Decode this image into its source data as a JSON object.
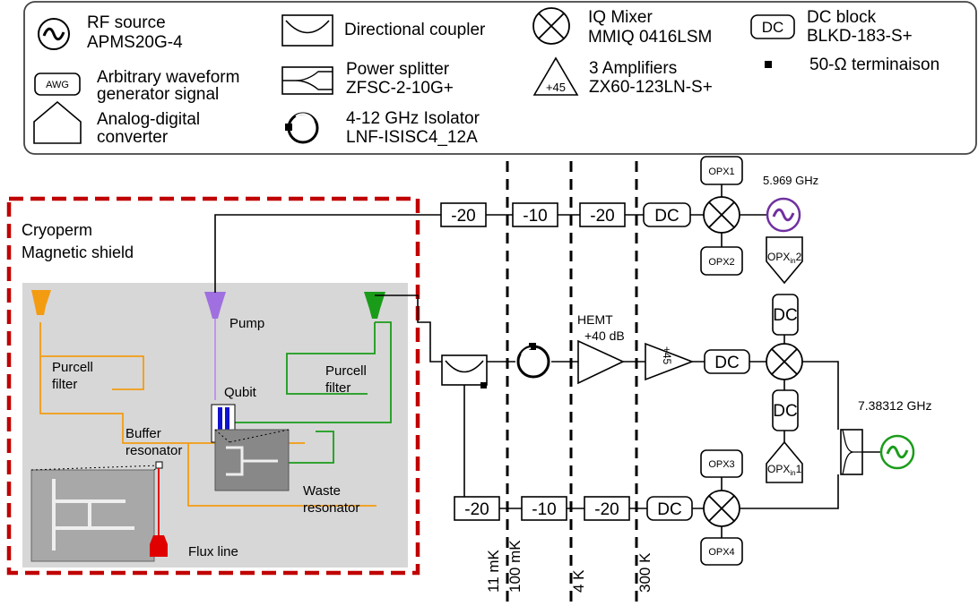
{
  "legend": {
    "rf_source": {
      "title": "RF source",
      "model": "APMS20G-4"
    },
    "awg": {
      "icon_label": "AWG",
      "line1": "Arbitrary waveform",
      "line2": "generator signal"
    },
    "adc": {
      "line1": "Analog-digital",
      "line2": "converter"
    },
    "coupler": {
      "label": "Directional coupler"
    },
    "splitter": {
      "title": "Power splitter",
      "model": "ZFSC-2-10G+"
    },
    "isolator": {
      "title": "4-12 GHz Isolator",
      "model": "LNF-ISISC4_12A"
    },
    "mixer": {
      "title": "IQ Mixer",
      "model": "MMIQ 0416LSM"
    },
    "amplifiers": {
      "title": "3 Amplifiers",
      "model": "ZX60-123LN-S+",
      "icon_label": "+45"
    },
    "dc_block": {
      "icon_label": "DC",
      "title": "DC block",
      "model": "BLKD-183-S+"
    },
    "termination": {
      "label": "50-Ω terminaison"
    }
  },
  "shield": {
    "line1": "Cryoperm",
    "line2": "Magnetic shield"
  },
  "chip": {
    "pump": "Pump",
    "qubit": "Qubit",
    "purcell_left": [
      "Purcell",
      "filter"
    ],
    "purcell_right": [
      "Purcell",
      "filter"
    ],
    "buffer": [
      "Buffer",
      "resonator"
    ],
    "waste": [
      "Waste",
      "resonator"
    ],
    "flux": "Flux line"
  },
  "stages": [
    "11 mK",
    "100 mK",
    "4 K",
    "300 K"
  ],
  "top_line": {
    "attenuators": [
      "-20",
      "-10",
      "-20"
    ],
    "dc": "DC"
  },
  "bottom_line": {
    "attenuators": [
      "-20",
      "-10",
      "-20"
    ],
    "dc": "DC"
  },
  "readout": {
    "hemt_label": "HEMT",
    "hemt_gain": "+40 dB",
    "amp_label": "+45",
    "dc": "DC"
  },
  "demod": {
    "dc_top": "DC",
    "dc_bottom": "DC",
    "adc_top": "OPX",
    "adc_top_sub": "in",
    "adc_top_num": "2",
    "adc_bottom": "OPX",
    "adc_bottom_sub": "in",
    "adc_bottom_num": "1"
  },
  "awg_channels": {
    "opx1": "OPX1",
    "opx2": "OPX2",
    "opx3": "OPX3",
    "opx4": "OPX4"
  },
  "sources": {
    "pump_freq": "5.969 GHz",
    "pump_color": "#7030a0",
    "readout_freq": "7.38312 GHz",
    "readout_color": "#1a9c1a"
  },
  "colors": {
    "shield": "#c00000",
    "orange": "#f39c12",
    "green": "#1a9c1a",
    "purple": "#a070e0",
    "blue": "#1010d0",
    "red": "#e00000"
  }
}
